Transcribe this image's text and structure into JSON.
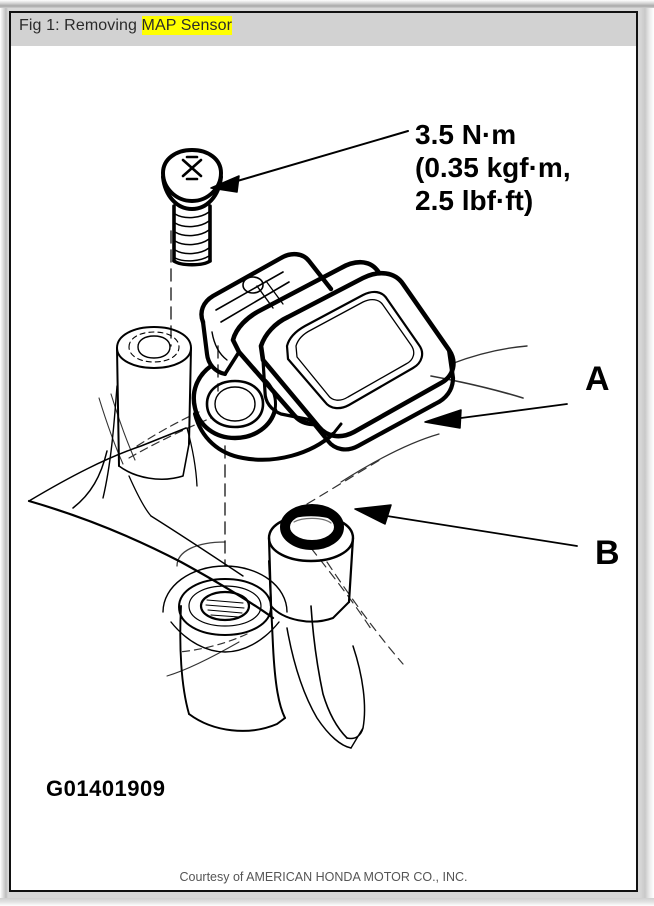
{
  "viewer": {
    "background_color": "#d8d8d8",
    "page_background": "#ffffff",
    "border_color": "#111111"
  },
  "caption": {
    "prefix": "Fig 1: Removing ",
    "highlighted": "MAP Sensor",
    "highlight_color": "#ffff00",
    "bar_color": "#d2d2d2",
    "text_color": "#2b2b2b"
  },
  "figure": {
    "id": "G01401909",
    "credit": "Courtesy of AMERICAN HONDA MOTOR CO., INC.",
    "line_color": "#000000",
    "torque_note": {
      "line1": "3.5 N·m",
      "line2": "(0.35 kgf·m,",
      "line3": "2.5 lbf·ft)"
    },
    "callouts": [
      {
        "label": "A",
        "target": "map-sensor-body"
      },
      {
        "label": "B",
        "target": "o-ring"
      }
    ],
    "parts": [
      {
        "name": "mounting-screw",
        "description": "Phillips head screw"
      },
      {
        "name": "map-sensor",
        "description": "MAP sensor body"
      },
      {
        "name": "o-ring",
        "description": "O-ring seal"
      },
      {
        "name": "intake-manifold",
        "description": "Intake manifold boss"
      }
    ]
  }
}
